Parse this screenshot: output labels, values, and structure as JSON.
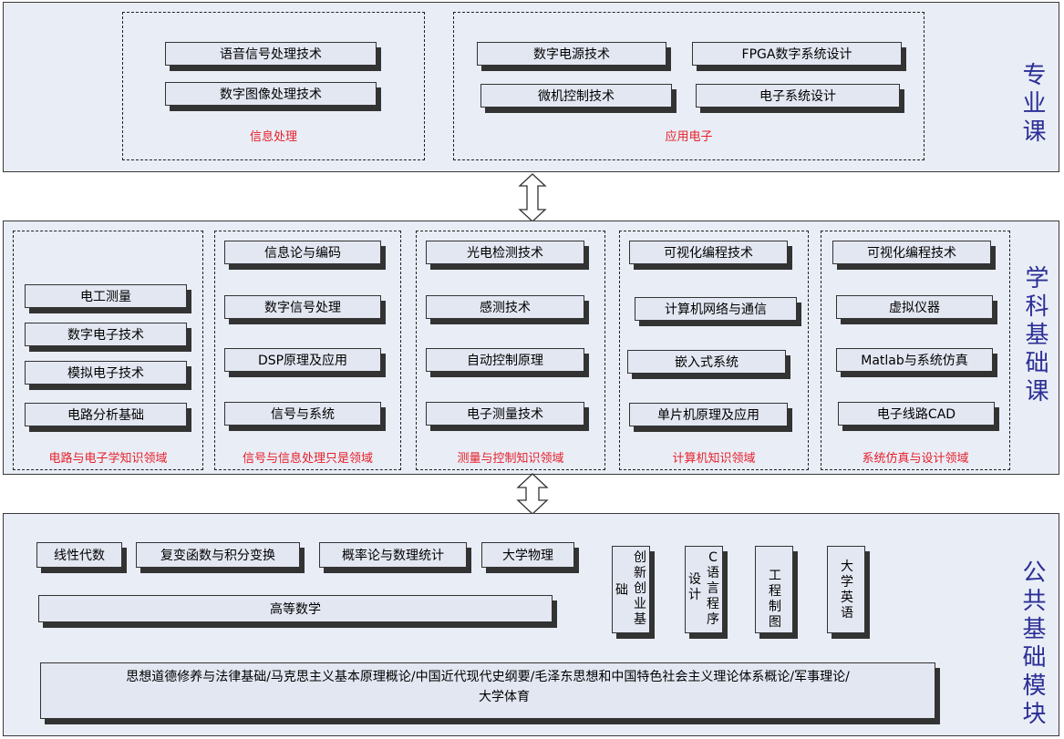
{
  "tiers": {
    "specialized": {
      "title": "专业课",
      "groups": [
        {
          "label": "信息处理",
          "courses": [
            "语音信号处理技术",
            "数字图像处理技术"
          ]
        },
        {
          "label": "应用电子",
          "courses": [
            "数字电源技术",
            "FPGA数字系统设计",
            "微机控制技术",
            "电子系统设计"
          ]
        }
      ]
    },
    "subject": {
      "title": "学科基础课",
      "groups": [
        {
          "label": "电路与电子学知识领域",
          "courses": [
            "电工测量",
            "数字电子技术",
            "模拟电子技术",
            "电路分析基础"
          ]
        },
        {
          "label": "信号与信息处理只是领域",
          "courses": [
            "信息论与编码",
            "数字信号处理",
            "DSP原理及应用",
            "信号与系统"
          ]
        },
        {
          "label": "测量与控制知识领域",
          "courses": [
            "光电检测技术",
            "感测技术",
            "自动控制原理",
            "电子测量技术"
          ]
        },
        {
          "label": "计算机知识领域",
          "courses": [
            "可视化编程技术",
            "计算机网络与通信",
            "嵌入式系统",
            "单片机原理及应用"
          ]
        },
        {
          "label": "系统仿真与设计领域",
          "courses": [
            "可视化编程技术",
            "虚拟仪器",
            "Matlab与系统仿真",
            "电子线路CAD"
          ]
        }
      ]
    },
    "public": {
      "title": "公共基础模块",
      "row1": [
        "线性代数",
        "复变函数与积分变换",
        "概率论与数理统计",
        "大学物理"
      ],
      "math": "高等数学",
      "vertical": [
        {
          "col1": "础",
          "col2": "创新创业基"
        },
        {
          "col1": "设计",
          "col2": "C语言程序"
        },
        {
          "col1": "",
          "col2": "工程制图"
        },
        {
          "col1": "",
          "col2": "大学英语"
        }
      ],
      "politics_line1": "思想道德修养与法律基础/马克思主义基本原理概论/中国近代现代史纲要/毛泽东思想和中国特色社会主义理论体系概论/军事理论/",
      "politics_line2": "大学体育"
    }
  },
  "colors": {
    "panel": "#e9edf6",
    "box": "#e3e7f2",
    "group_label": "#e8202a",
    "tier_title": "#2b2f95"
  }
}
